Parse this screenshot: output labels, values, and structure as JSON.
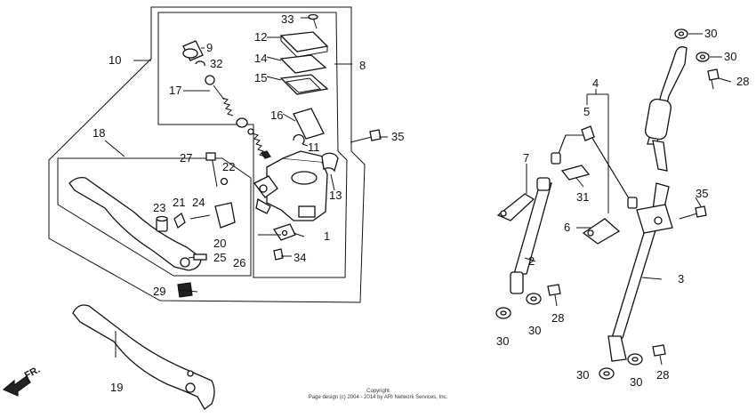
{
  "callouts": {
    "c1": "1",
    "c2": "2",
    "c3": "3",
    "c4": "4",
    "c5": "5",
    "c6": "6",
    "c7": "7",
    "c8": "8",
    "c9": "9",
    "c10": "10",
    "c11": "11",
    "c12": "12",
    "c13": "13",
    "c14": "14",
    "c15": "15",
    "c16": "16",
    "c17": "17",
    "c18": "18",
    "c19": "19",
    "c20": "20",
    "c21": "21",
    "c22": "22",
    "c23": "23",
    "c24": "24",
    "c25": "25",
    "c26": "26",
    "c27": "27",
    "c28": "28",
    "c29": "29",
    "c30": "30",
    "c31": "31",
    "c32": "32",
    "c33": "33",
    "c34": "34",
    "c35": "35"
  },
  "direction_label": "FR.",
  "footer": {
    "line1": "Copyright",
    "line2": "Page design (c) 2004 - 2014 by ARI Network Services, Inc."
  }
}
